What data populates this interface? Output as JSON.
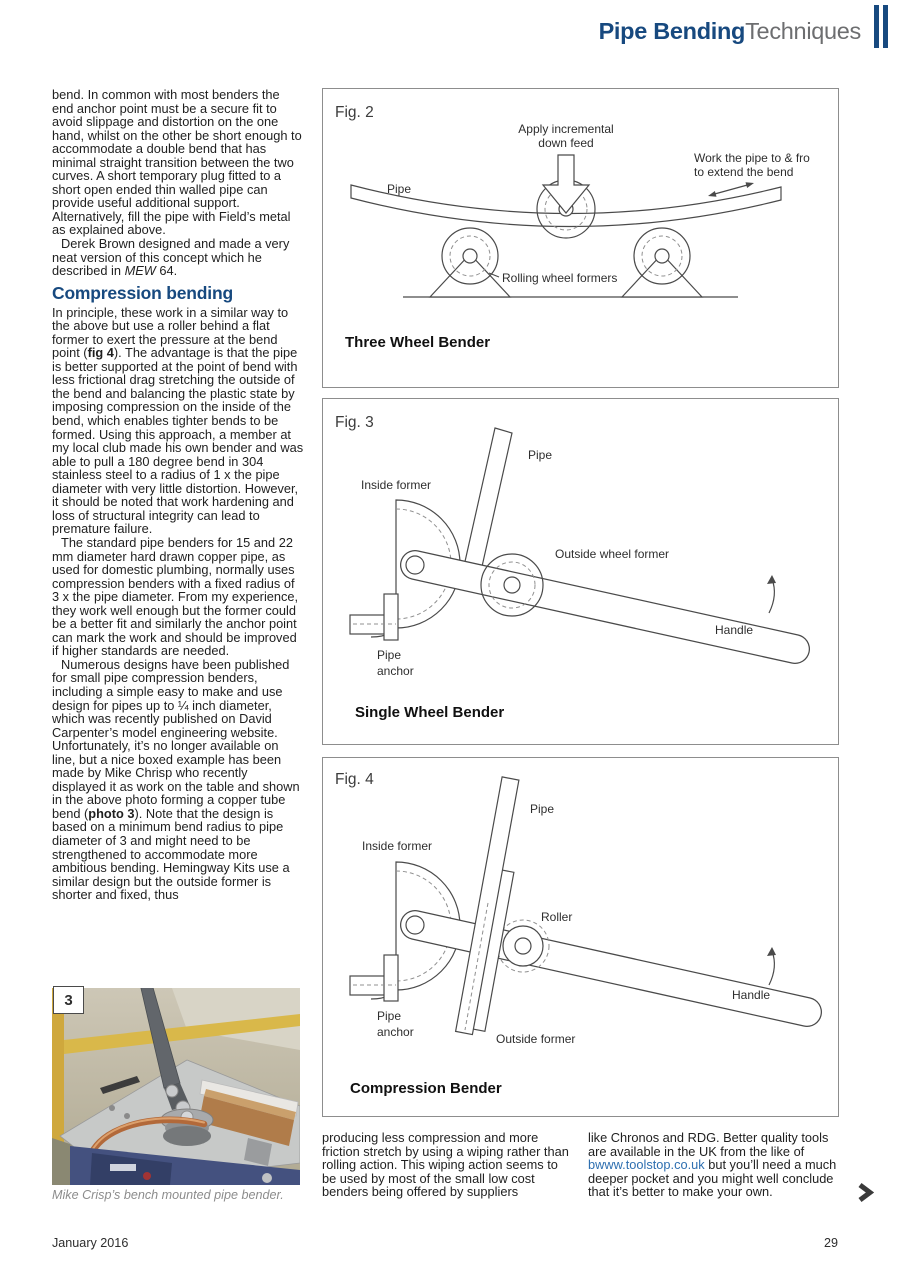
{
  "header": {
    "title_bold": "Pipe Bending",
    "title_light": "Techniques",
    "accent_color": "#17497f",
    "secondary_color": "#6d6e70"
  },
  "article": {
    "p1": "bend. In common with most benders the end anchor point must be a secure fit to avoid slippage and distortion on the one hand, whilst on the other be short enough to accommodate a double bend that has minimal straight transition between the two curves. A short temporary plug fitted to a short open ended thin walled pipe can provide useful additional support. Alternatively, fill the pipe with Field’s metal as explained above.",
    "p2_parts": [
      "Derek Brown designed and made a very neat version of this concept which he described in ",
      "MEW",
      " 64."
    ],
    "section_heading": "Compression bending",
    "p3_parts": [
      "In principle, these work in a similar way to the above but use a roller behind a flat former to exert the pressure at the bend point (",
      "fig 4",
      "). The advantage is that the pipe is better supported at the point of bend with less frictional drag stretching the outside of the bend and balancing the plastic state by imposing compression on the inside of the bend, which enables tighter bends to be formed. Using this approach, a member at my local club made his own bender and was able to pull a 180 degree bend in 304 stainless steel to a radius of 1 x the pipe diameter with very little distortion. However, it should be noted that work hardening and loss of structural integrity can lead to premature failure."
    ],
    "p4": "The standard pipe benders for 15 and 22 mm diameter hard drawn copper pipe, as used for domestic plumbing, normally uses compression benders with a fixed radius of 3 x the pipe diameter. From my experience, they work well enough but the former could be a better fit and similarly the anchor point can mark the work and should be improved if higher standards are needed.",
    "p5_parts": [
      "Numerous designs have been published for small pipe compression benders, including a simple easy to make and use design for pipes up to ¼ inch diameter, which was recently published on David Carpenter’s model engineering website. Unfortunately, it’s no longer available on line, but a nice boxed example has been made by Mike Chrisp who recently displayed it as work on the table and shown in the above photo forming a copper tube bend (",
      "photo 3",
      "). Note that the design is based on a minimum bend radius to pipe diameter of 3 and might need to be strengthened to accommodate more ambitious bending. Hemingway Kits use a similar design but the outside former is shorter and fixed, thus"
    ]
  },
  "photo": {
    "number": "3",
    "caption": "Mike Crisp’s bench mounted pipe bender."
  },
  "figures": {
    "fig2": {
      "label": "Fig. 2",
      "caption": "Three Wheel Bender",
      "ann_feed_1": "Apply incremental",
      "ann_feed_2": "down feed",
      "ann_work_1": "Work the pipe to & fro",
      "ann_work_2": "to extend the bend",
      "ann_pipe": "Pipe",
      "ann_rollers": "Rolling wheel formers"
    },
    "fig3": {
      "label": "Fig. 3",
      "caption": "Single Wheel Bender",
      "ann_pipe": "Pipe",
      "ann_inside": "Inside former",
      "ann_outside": "Outside wheel former",
      "ann_handle": "Handle",
      "ann_anchor_1": "Pipe",
      "ann_anchor_2": "anchor"
    },
    "fig4": {
      "label": "Fig. 4",
      "caption": "Compression Bender",
      "ann_pipe": "Pipe",
      "ann_inside": "Inside former",
      "ann_roller": "Roller",
      "ann_handle": "Handle",
      "ann_anchor_1": "Pipe",
      "ann_anchor_2": "anchor",
      "ann_outside": "Outside former"
    }
  },
  "bottom": {
    "col1": "producing less compression and more friction stretch by using a wiping rather than rolling action. This wiping action seems to be used by most of the small low cost benders being offered by suppliers",
    "col2_parts": [
      "like Chronos and RDG. Better quality tools are available in the UK from the like of ",
      "bwww.toolstop.co.uk",
      " but you’ll need a much deeper pocket and you might well conclude that it’s better to make your own."
    ],
    "continued_icon": "chevron-right"
  },
  "footer": {
    "date": "January 2016",
    "page_number": "29"
  }
}
